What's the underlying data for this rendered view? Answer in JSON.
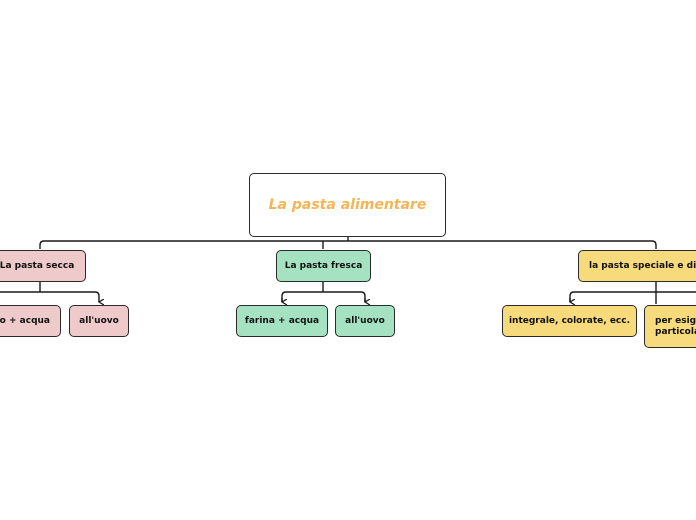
{
  "colors": {
    "root_text": "#f5b556",
    "pasta_secca": "#eecaca",
    "pasta_fresca": "#a4e2c1",
    "pasta_speciale": "#f6da7c",
    "line": "#1a1a1a"
  },
  "map": {
    "root": "La pasta alimentare",
    "branches": [
      {
        "label": "La pasta secca",
        "children": [
          "grano duro + acqua",
          "all'uovo"
        ]
      },
      {
        "label": "La pasta fresca",
        "children": [
          "farina + acqua",
          "all'uovo"
        ]
      },
      {
        "label": "la pasta speciale e dietetica",
        "children": [
          "integrale, colorate, ecc.",
          "per esigenze particolari (celiaci)"
        ]
      }
    ]
  }
}
